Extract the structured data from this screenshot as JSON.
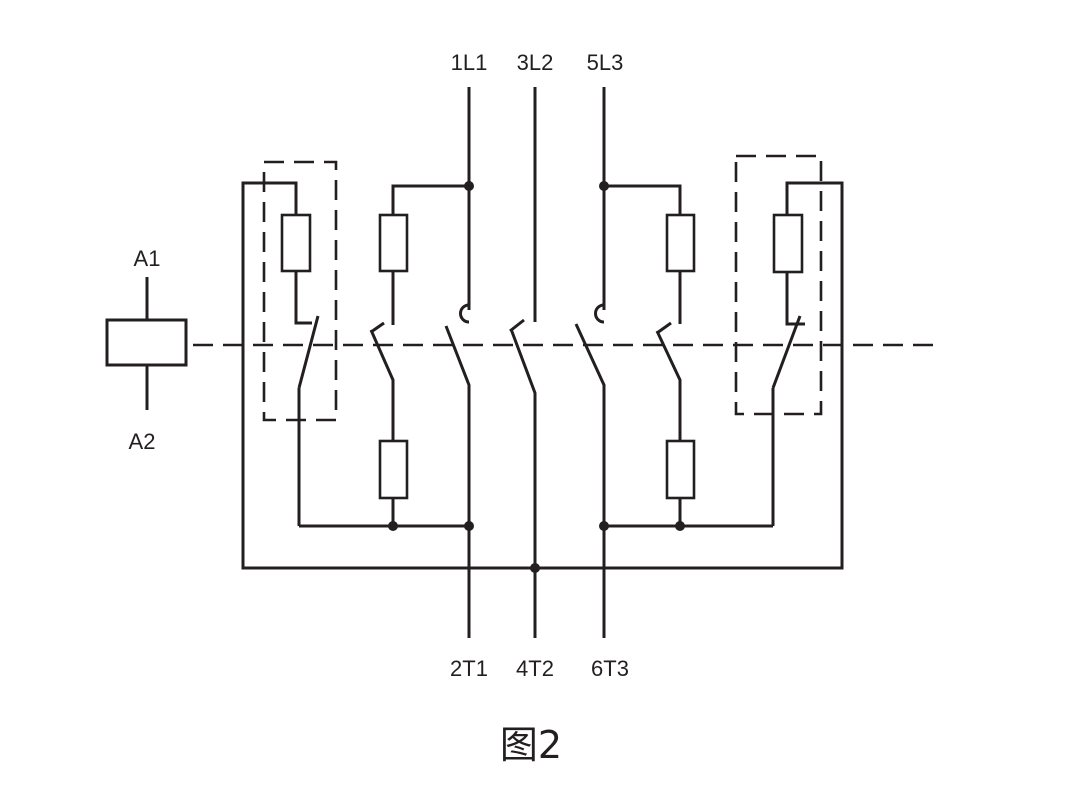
{
  "terminals": {
    "top": [
      "1L1",
      "3L2",
      "5L3"
    ],
    "bottom": [
      "2T1",
      "4T2",
      "6T3"
    ],
    "coil_top": "A1",
    "coil_bottom": "A2"
  },
  "caption": "图2",
  "colors": {
    "ink": "#231f20",
    "background": "#ffffff"
  }
}
